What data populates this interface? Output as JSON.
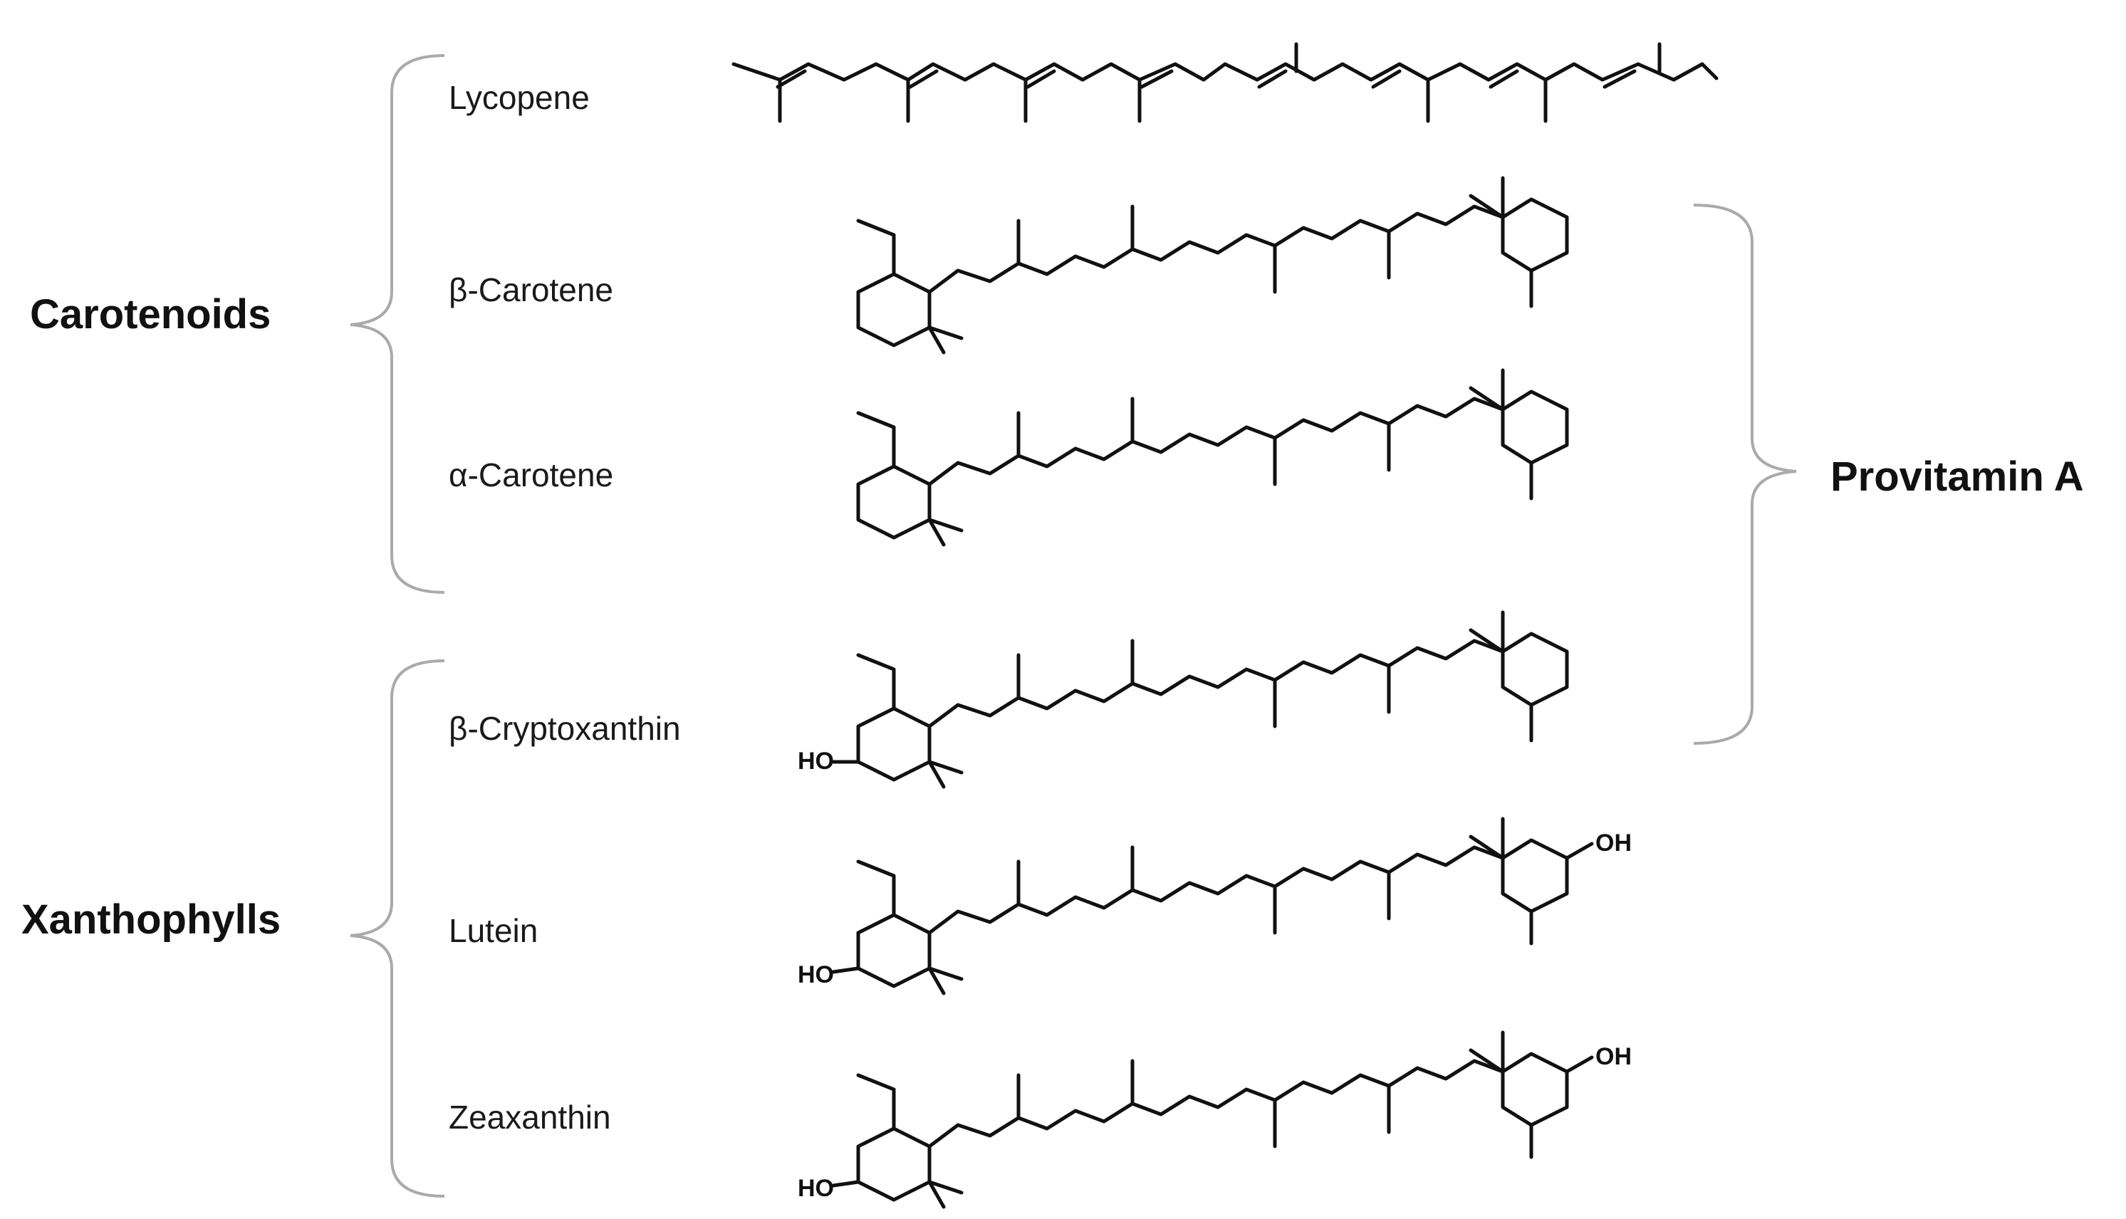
{
  "groups": {
    "carotenoids": "Carotenoids",
    "xanthophylls": "Xanthophylls",
    "provitamin_a": "Provitamin A"
  },
  "compounds": [
    {
      "name": "Lycopene"
    },
    {
      "name": "β-Carotene"
    },
    {
      "name": "α-Carotene"
    },
    {
      "name": "β-Cryptoxanthin"
    },
    {
      "name": "Lutein"
    },
    {
      "name": "Zeaxanthin"
    }
  ],
  "hydroxyl_label": "HO",
  "hydroxyl_label_right": "OH",
  "colors": {
    "brace": "#aaaaaa",
    "bond": "#111111"
  }
}
